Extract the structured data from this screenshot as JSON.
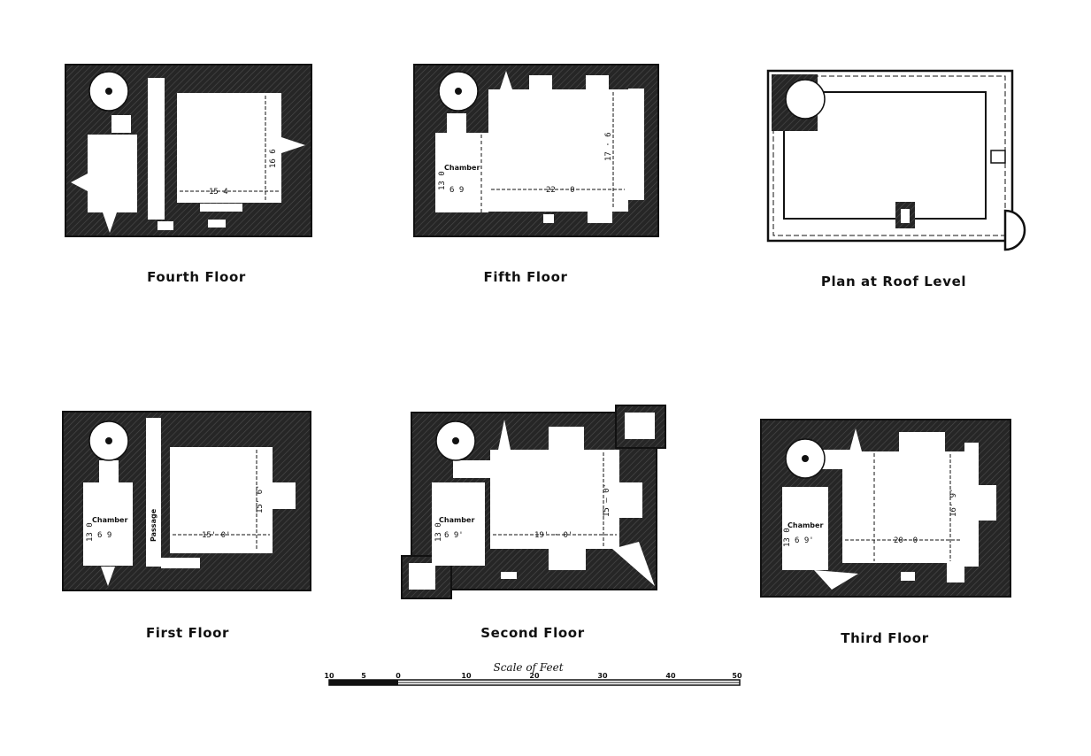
{
  "plans": {
    "fourth": {
      "caption": "Fourth Floor",
      "dim_width": "15  4",
      "dim_height": "16  6"
    },
    "fifth": {
      "caption": "Fifth Floor",
      "chamber": "Chamber",
      "dim_width": "22 · 0",
      "dim_height": "17 · 6",
      "dim_chamber_w": "6  9",
      "dim_chamber_h": "13 0"
    },
    "roof": {
      "caption": "Plan at Roof Level"
    },
    "first": {
      "caption": "First Floor",
      "chamber": "Chamber",
      "passage": "Passage",
      "dim_width": "15'  0'",
      "dim_height": "15'  6'",
      "dim_chamber_w": "6 9",
      "dim_chamber_h": "13 0"
    },
    "second": {
      "caption": "Second Floor",
      "chamber": "Chamber",
      "dim_width": "19' · 0'",
      "dim_height": "15 — 0'",
      "dim_chamber_w": "6  9'",
      "dim_chamber_h": "13 0"
    },
    "third": {
      "caption": "Third Floor",
      "chamber": "Chamber",
      "dim_width": "20· 0",
      "dim_height": "16' 9'",
      "dim_chamber_w": "6  9'",
      "dim_chamber_h": "13 0"
    }
  },
  "scale": {
    "title": "Scale of Feet",
    "ticks": [
      "10",
      "5",
      "0",
      "10",
      "20",
      "30",
      "40",
      "50"
    ]
  }
}
